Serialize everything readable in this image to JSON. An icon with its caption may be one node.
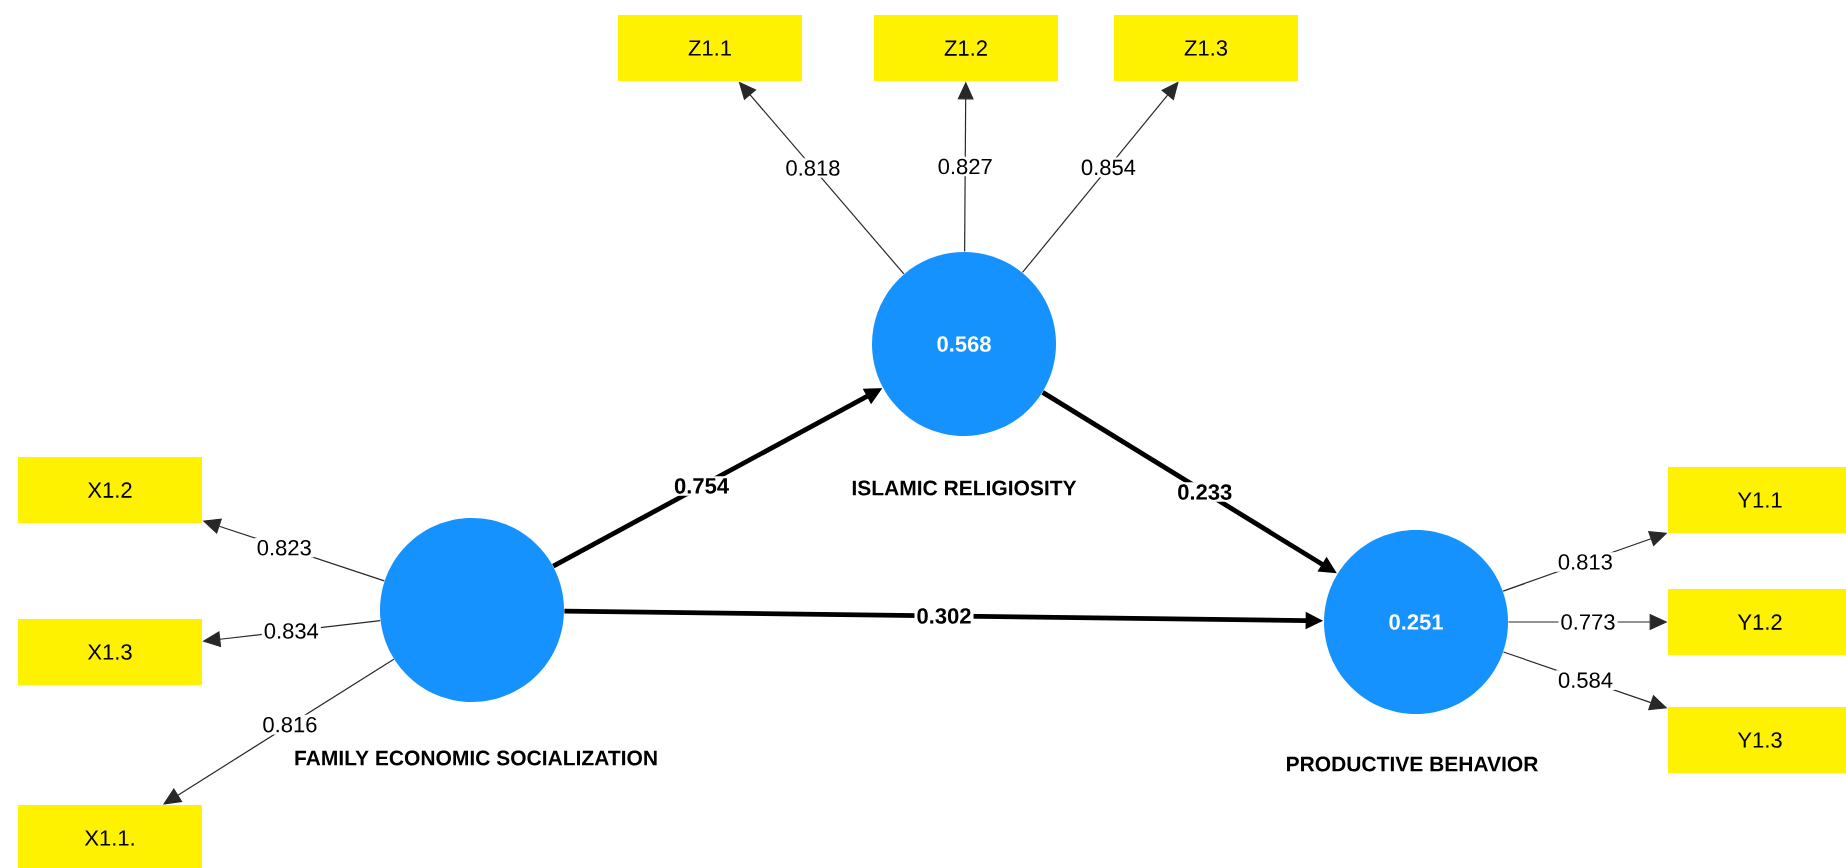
{
  "diagram": {
    "nodes": [
      {
        "text": [
          "Z1.1"
        ]
      },
      {
        "text": [
          "Z1.2"
        ]
      },
      {
        "text": [
          "Z1.3"
        ]
      },
      {
        "text": [
          "0.568"
        ],
        "beside": [
          "ISLAMIC RELIGIOSITY"
        ]
      },
      {
        "text": [
          "X1.2"
        ]
      },
      {
        "text": [
          "X1.3"
        ]
      },
      {
        "text": [],
        "shape": "circle",
        "beside": [
          "FAMILY ECONOMIC SOCIALIZATION"
        ]
      },
      {
        "text": [
          "X1.1."
        ]
      },
      {
        "text": [
          "0.251"
        ],
        "beside": [
          "PRODUCTIVE BEHAVIOR"
        ]
      },
      {
        "text": [
          "Y1.1"
        ]
      },
      {
        "text": [
          "Y1.2"
        ]
      },
      {
        "text": [
          "Y1.3"
        ]
      }
    ],
    "edges": [
      {
        "from": 3,
        "to": 0,
        "arrow": "to",
        "label": "0.818"
      },
      {
        "from": 3,
        "to": 1,
        "arrow": "to",
        "label": "0.827"
      },
      {
        "from": 3,
        "to": 2,
        "arrow": "to",
        "label": "0.854"
      },
      {
        "from": 6,
        "to": 3,
        "arrow": "to",
        "label": "0.754",
        "style": "thick"
      },
      {
        "from": 3,
        "to": 8,
        "arrow": "to",
        "label": "0.233",
        "style": "thick"
      },
      {
        "from": 6,
        "to": 4,
        "arrow": "to",
        "label": "0.823"
      },
      {
        "from": 6,
        "to": 5,
        "arrow": "to",
        "label": "0.834"
      },
      {
        "from": 6,
        "to": 8,
        "arrow": "to",
        "label": "0.302",
        "style": "thick"
      },
      {
        "from": 6,
        "to": 7,
        "arrow": "to",
        "label": "0.816"
      },
      {
        "from": 8,
        "to": 9,
        "arrow": "to",
        "label": "0.813"
      },
      {
        "from": 8,
        "to": 10,
        "arrow": "to",
        "label": "0.773"
      },
      {
        "from": 8,
        "to": 11,
        "arrow": "to",
        "label": "0.584"
      }
    ]
  }
}
